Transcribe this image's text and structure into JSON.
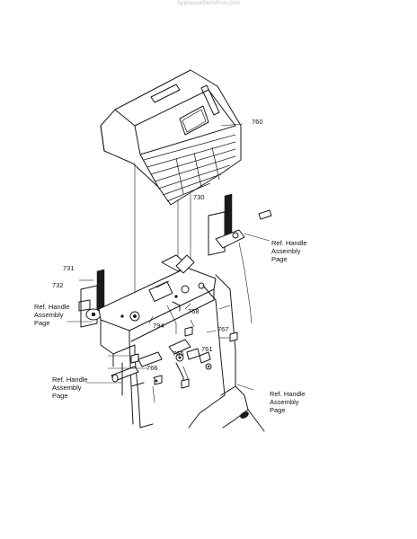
{
  "watermark": "AppliancePartsPros.com",
  "callouts": {
    "p760": "760",
    "p730": "730",
    "p731": "731",
    "p732": "732",
    "p794": "794",
    "p768": "768",
    "p767": "767",
    "p765": "765",
    "p761": "761",
    "p766": "766"
  },
  "references": {
    "upper_right": [
      "Ref. Handle",
      "Assembly",
      "Page"
    ],
    "left_upper": [
      "Ref. Handle",
      "Assembly",
      "Page"
    ],
    "left_lower": [
      "Ref. Handle",
      "Assembly",
      "Page"
    ],
    "lower_right": [
      "Ref. Handle",
      "Assembly",
      "Page"
    ]
  }
}
